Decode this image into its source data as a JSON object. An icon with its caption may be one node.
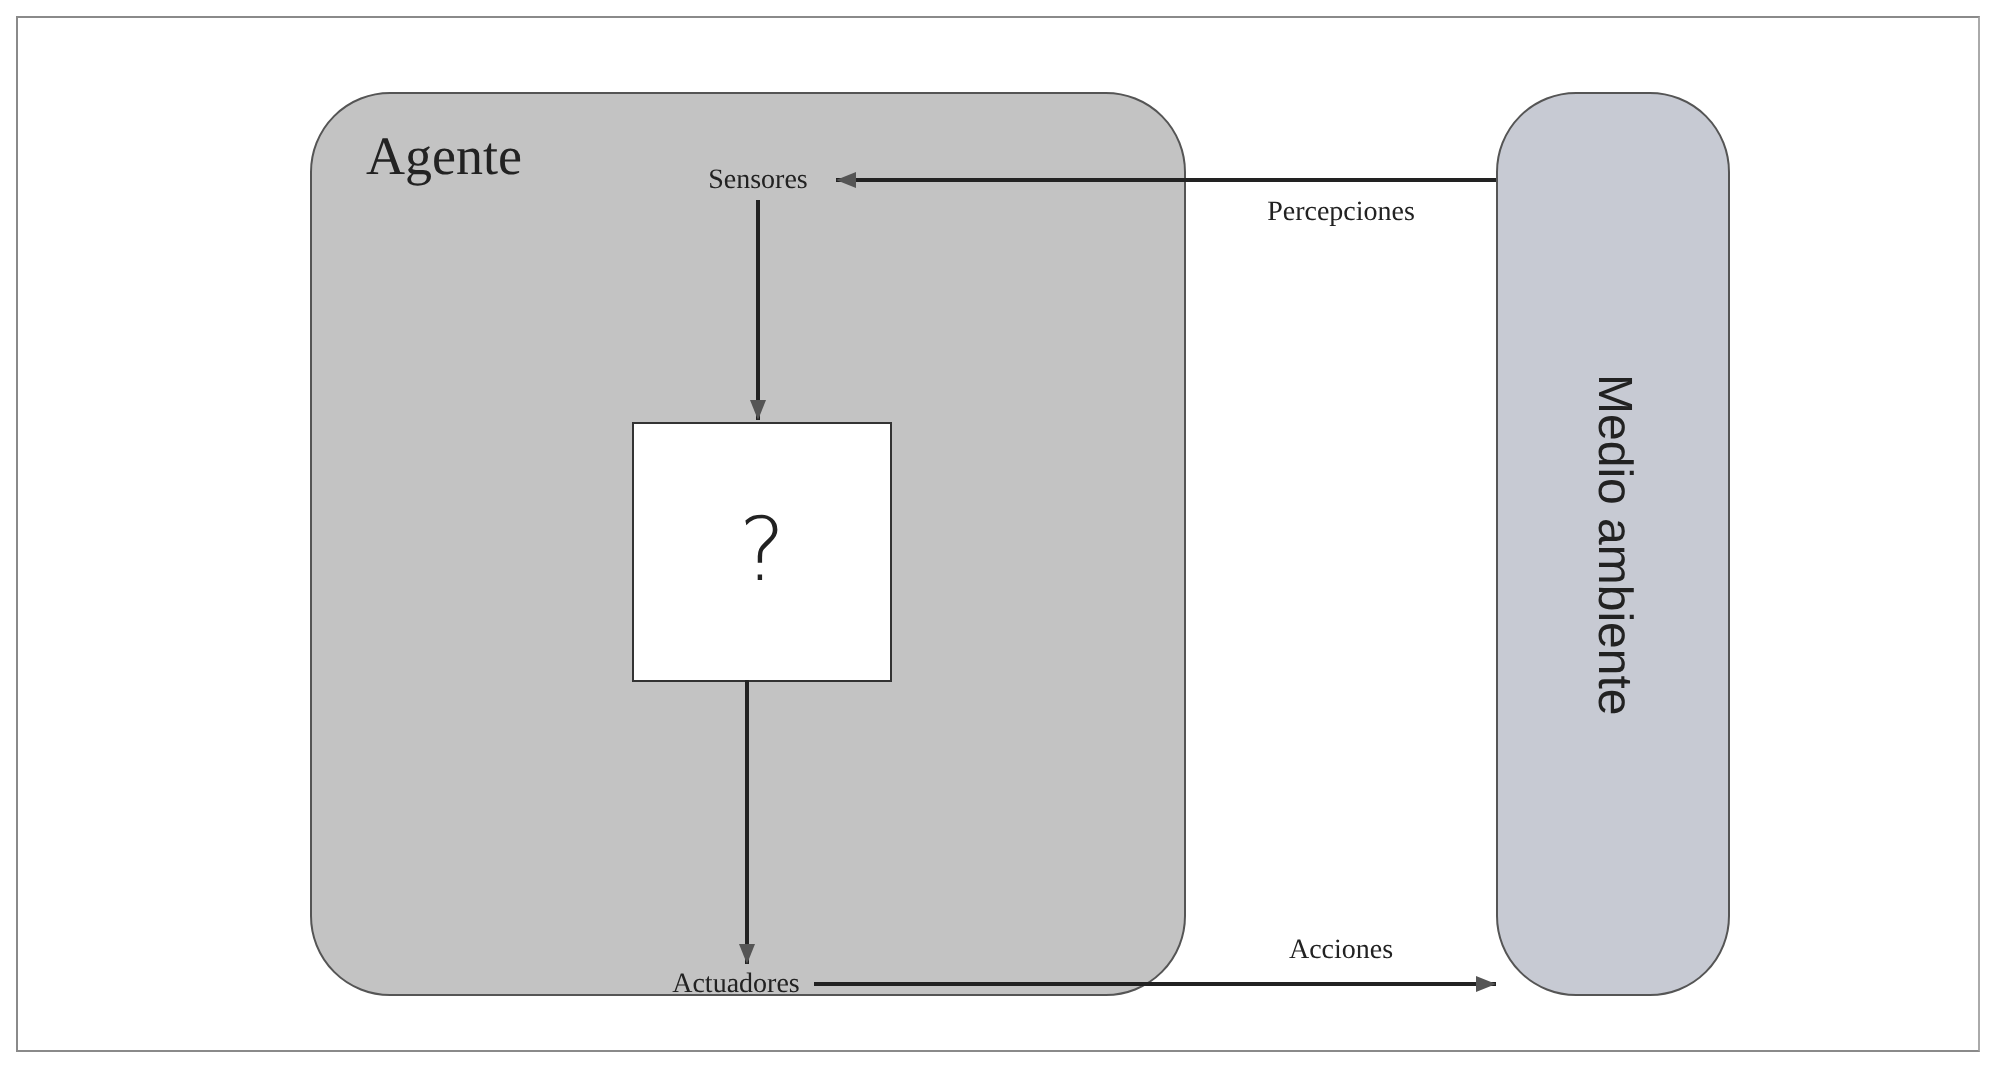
{
  "diagram": {
    "nodes": [
      {
        "text": [
          "Agente"
        ]
      },
      {
        "text": [
          "Sensores"
        ],
        "in": 0
      },
      {
        "text": [
          "?"
        ],
        "in": 0
      },
      {
        "text": [
          "Actuadores"
        ],
        "in": 0
      },
      {
        "text": [
          "Medio ambiente"
        ]
      }
    ],
    "edges": [
      {
        "from": 4,
        "to": 1,
        "arrow": "to",
        "label": "Percepciones"
      },
      {
        "from": 1,
        "to": 2,
        "arrow": "to"
      },
      {
        "from": 2,
        "to": 3,
        "arrow": "to"
      },
      {
        "from": 3,
        "to": 4,
        "arrow": "to",
        "label": "Acciones"
      }
    ]
  }
}
